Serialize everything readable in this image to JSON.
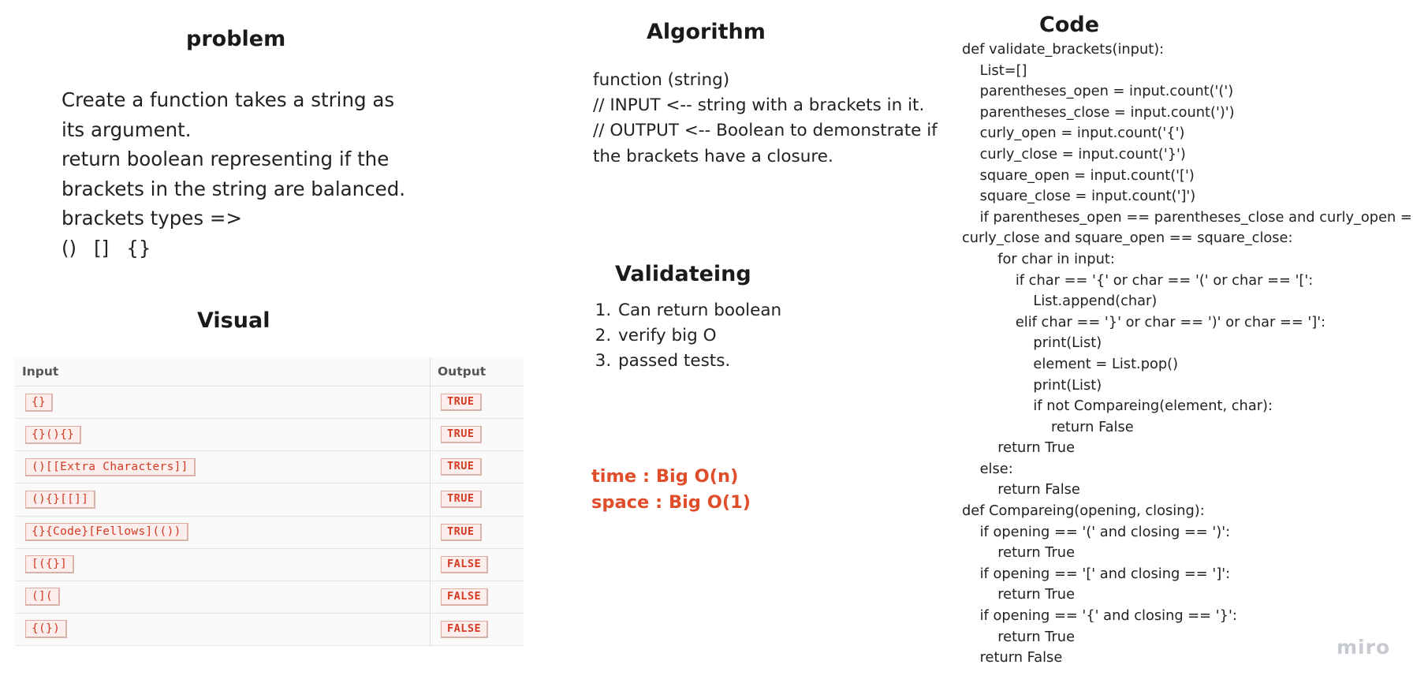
{
  "problem": {
    "title": "problem",
    "lines": [
      "Create a function takes a string as",
      "its argument.",
      "return boolean representing if the",
      "brackets in the string are balanced.",
      "brackets types =>"
    ],
    "bracket_types": [
      "()",
      "[]",
      "{}"
    ]
  },
  "visual": {
    "title": "Visual",
    "headers": {
      "input": "Input",
      "output": "Output"
    },
    "rows": [
      {
        "input": "{}",
        "output": "TRUE"
      },
      {
        "input": "{}(){}",
        "output": "TRUE"
      },
      {
        "input": "()[[Extra Characters]]",
        "output": "TRUE"
      },
      {
        "input": "(){}[[]]",
        "output": "TRUE"
      },
      {
        "input": "{}{Code}[Fellows](())",
        "output": "TRUE"
      },
      {
        "input": "[({}]",
        "output": "FALSE"
      },
      {
        "input": "(](",
        "output": "FALSE"
      },
      {
        "input": "{(})",
        "output": "FALSE"
      }
    ]
  },
  "algorithm": {
    "title": "Algorithm",
    "lines": [
      "function (string)",
      "// INPUT <-- string with a brackets in it.",
      "// OUTPUT <-- Boolean to demonstrate if",
      "the brackets have a closure."
    ]
  },
  "validating": {
    "title": "Validateing",
    "items": [
      "Can return boolean",
      "verify big O",
      "passed tests."
    ]
  },
  "complexity": {
    "time": "time : Big O(n)",
    "space": "space : Big O(1)"
  },
  "code": {
    "title": "Code",
    "lines": [
      "def validate_brackets(input):",
      "    List=[]",
      "    parentheses_open = input.count('(')",
      "    parentheses_close = input.count(')')",
      "    curly_open = input.count('{')",
      "    curly_close = input.count('}')",
      "    square_open = input.count('[')",
      "    square_close = input.count(']')",
      "    if parentheses_open == parentheses_close and curly_open ==",
      "curly_close and square_open == square_close:",
      "        for char in input:",
      "            if char == '{' or char == '(' or char == '[':",
      "                List.append(char)",
      "            elif char == '}' or char == ')' or char == ']':",
      "                print(List)",
      "                element = List.pop()",
      "                print(List)",
      "                if not Compareing(element, char):",
      "                    return False",
      "        return True",
      "    else:",
      "        return False",
      "def Compareing(opening, closing):",
      "    if opening == '(' and closing == ')':",
      "        return True",
      "    if opening == '[' and closing == ']':",
      "        return True",
      "    if opening == '{' and closing == '}':",
      "        return True",
      "    return False"
    ]
  },
  "branding": {
    "logo_text": "miro"
  },
  "colors": {
    "accent": "#e04d2a",
    "badge_text": "#d43a22",
    "logo": "#c7cbd1"
  }
}
